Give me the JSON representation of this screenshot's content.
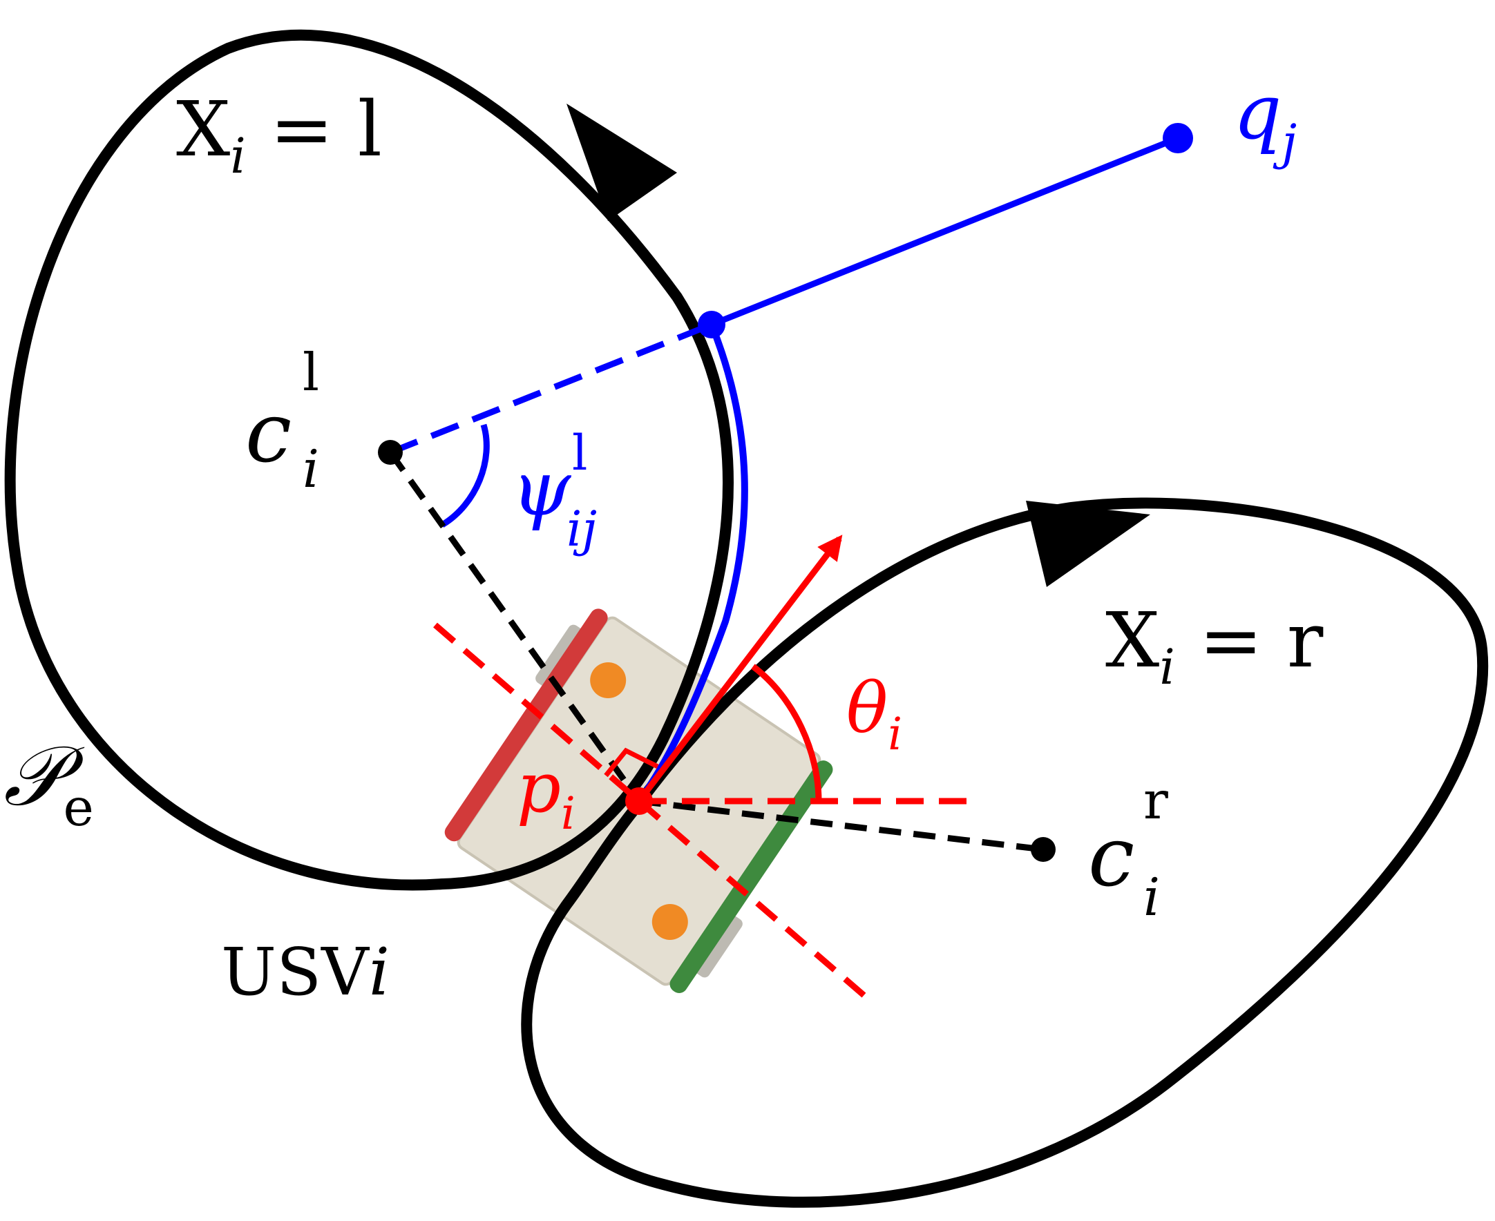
{
  "labels": {
    "mode_left": {
      "main": "X",
      "sub": "i",
      "rest": " = l"
    },
    "mode_right": {
      "main": "X",
      "sub": "i",
      "rest": " = r"
    },
    "target": {
      "main": "q",
      "sub": "j"
    },
    "center_left": {
      "main": "c",
      "sub": "i",
      "sup": "l"
    },
    "center_right": {
      "main": "c",
      "sub": "i",
      "sup": "r"
    },
    "angle_psi": {
      "main": "ψ",
      "sub": "ij",
      "sup": "l"
    },
    "angle_theta": {
      "main": "θ",
      "sub": "i"
    },
    "position": {
      "main": "p",
      "sub": "i"
    },
    "path": {
      "main": "𝒫",
      "sub": "e"
    },
    "vessel": {
      "main": "USV",
      "it": "i"
    }
  },
  "colors": {
    "path": "#000000",
    "target_line": "#0000ff",
    "heading": "#ff0000",
    "vessel_body": "#e4dfd2",
    "vessel_red_pontoon": "#d23a3a",
    "vessel_green_pontoon": "#3e8a3e",
    "thruster": "#f08a24"
  },
  "icons": {
    "direction_markers": "arrowhead-icon",
    "vessel": "usv-icon"
  }
}
